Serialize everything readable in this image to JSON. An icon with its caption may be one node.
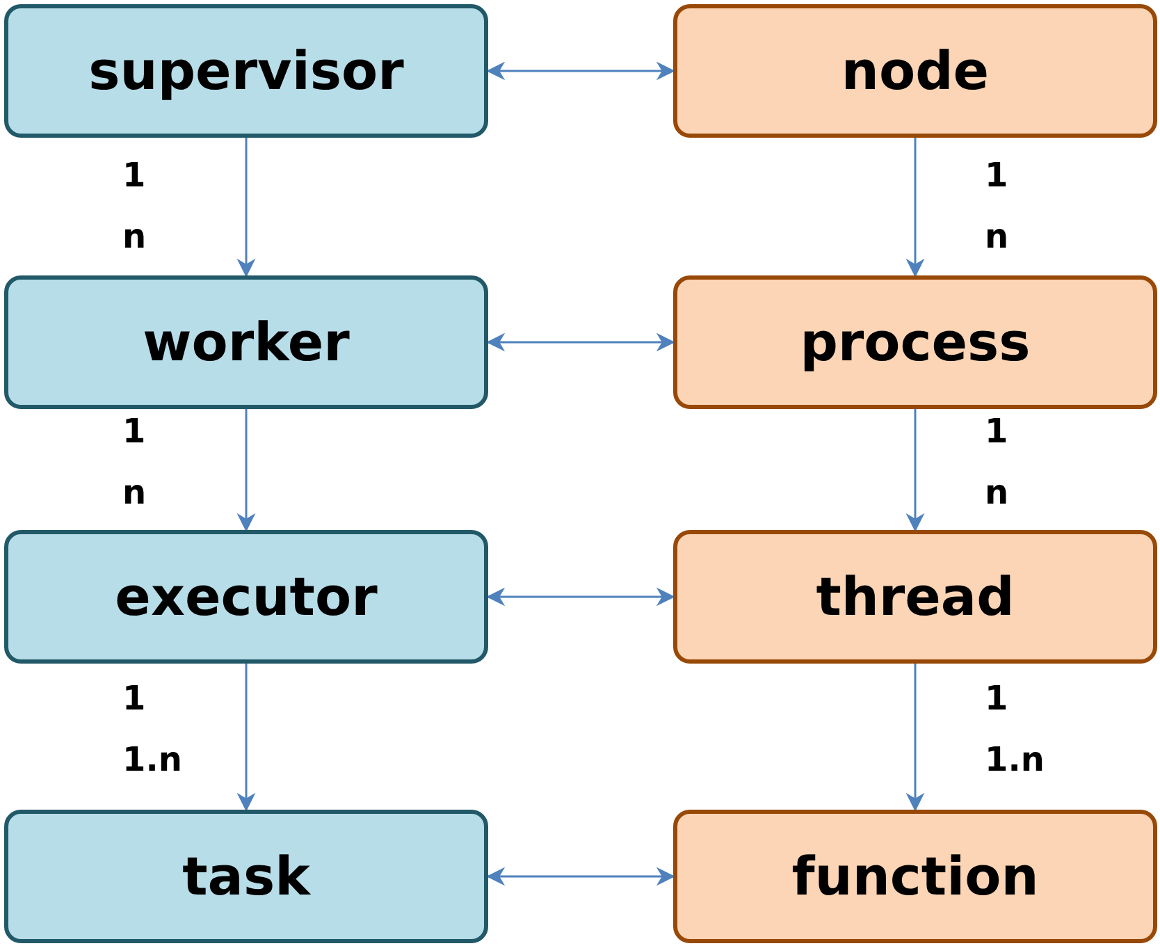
{
  "diagram": {
    "nodes": [
      {
        "text": [
          "supervisor"
        ]
      },
      {
        "text": [
          "node"
        ]
      },
      {
        "text": [
          "worker"
        ]
      },
      {
        "text": [
          "process"
        ]
      },
      {
        "text": [
          "executor"
        ]
      },
      {
        "text": [
          "thread"
        ]
      },
      {
        "text": [
          "task"
        ]
      },
      {
        "text": [
          "function"
        ]
      }
    ],
    "edges": [
      {
        "from": 0,
        "to": 1,
        "arrow": "both"
      },
      {
        "from": 0,
        "to": 2,
        "arrow": "to"
      },
      {
        "from": 1,
        "to": 3,
        "arrow": "to"
      },
      {
        "from": 2,
        "to": 3,
        "arrow": "both"
      },
      {
        "from": 2,
        "to": 4,
        "arrow": "to"
      },
      {
        "from": 3,
        "to": 5,
        "arrow": "to"
      },
      {
        "from": 4,
        "to": 5,
        "arrow": "both"
      },
      {
        "from": 4,
        "to": 6,
        "arrow": "to"
      },
      {
        "from": 5,
        "to": 7,
        "arrow": "to"
      },
      {
        "from": 6,
        "to": 7,
        "arrow": "both"
      }
    ],
    "labels": [
      "1",
      "1",
      "n",
      "n",
      "1",
      "1",
      "n",
      "n",
      "1",
      "1",
      "1.n",
      "1.n"
    ]
  }
}
